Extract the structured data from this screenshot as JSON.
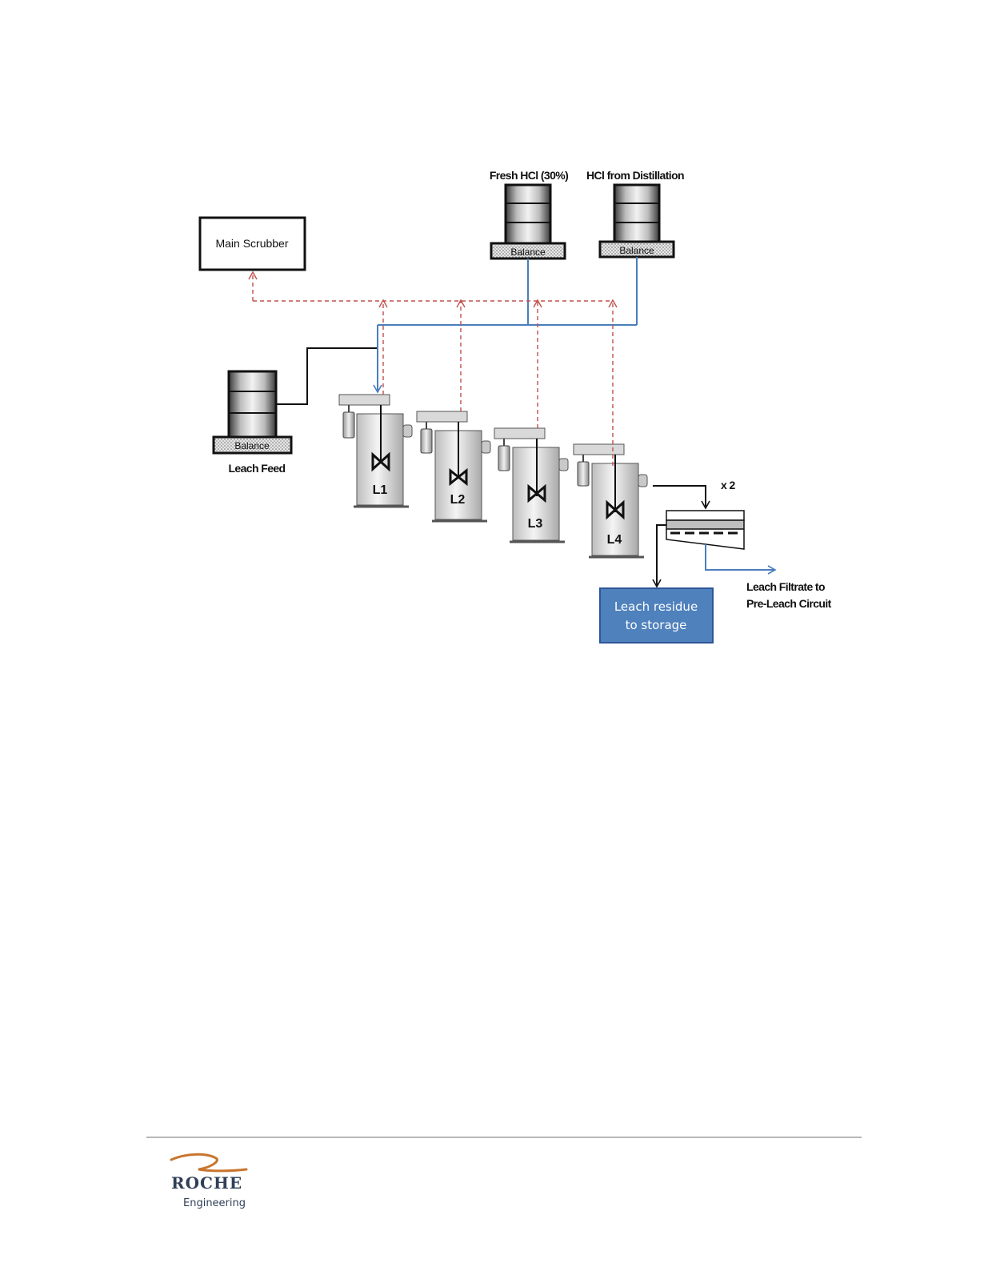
{
  "labels": {
    "main_scrubber": "Main Scrubber",
    "fresh_hcl": "Fresh HCl (30%)",
    "hcl_distillation": "HCl from Distillation",
    "balance": "Balance",
    "leach_feed": "Leach Feed",
    "tanks": [
      "L1",
      "L2",
      "L3",
      "L4"
    ],
    "filter_count": "x 2",
    "filtrate_line1": "Leach Filtrate to",
    "filtrate_line2": "Pre-Leach Circuit",
    "residue_line1": "Leach residue",
    "residue_line2": "to storage"
  },
  "footer": {
    "brand": "ROCHE",
    "subbrand": "Engineering"
  },
  "colors": {
    "acid_line": "#4a7ebb",
    "vent_line": "#c0504d",
    "residue_box": "#4f81bd",
    "logo_swoosh": "#c9752e"
  }
}
